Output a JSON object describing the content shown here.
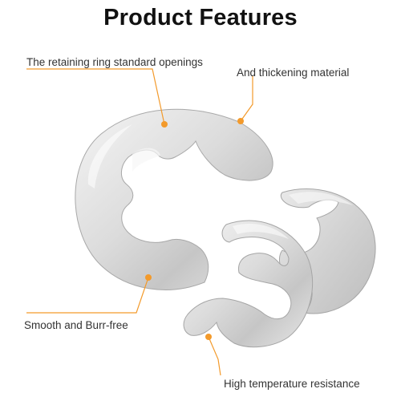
{
  "title": "Product Features",
  "labels": {
    "openings": "The retaining ring standard openings",
    "thickening": "And thickening material",
    "smooth": "Smooth and Burr-free",
    "temperature": "High temperature resistance"
  },
  "colors": {
    "accent": "#f39a2b",
    "metal_light": "#eeeeee",
    "metal_dark": "#b3b3b3"
  }
}
